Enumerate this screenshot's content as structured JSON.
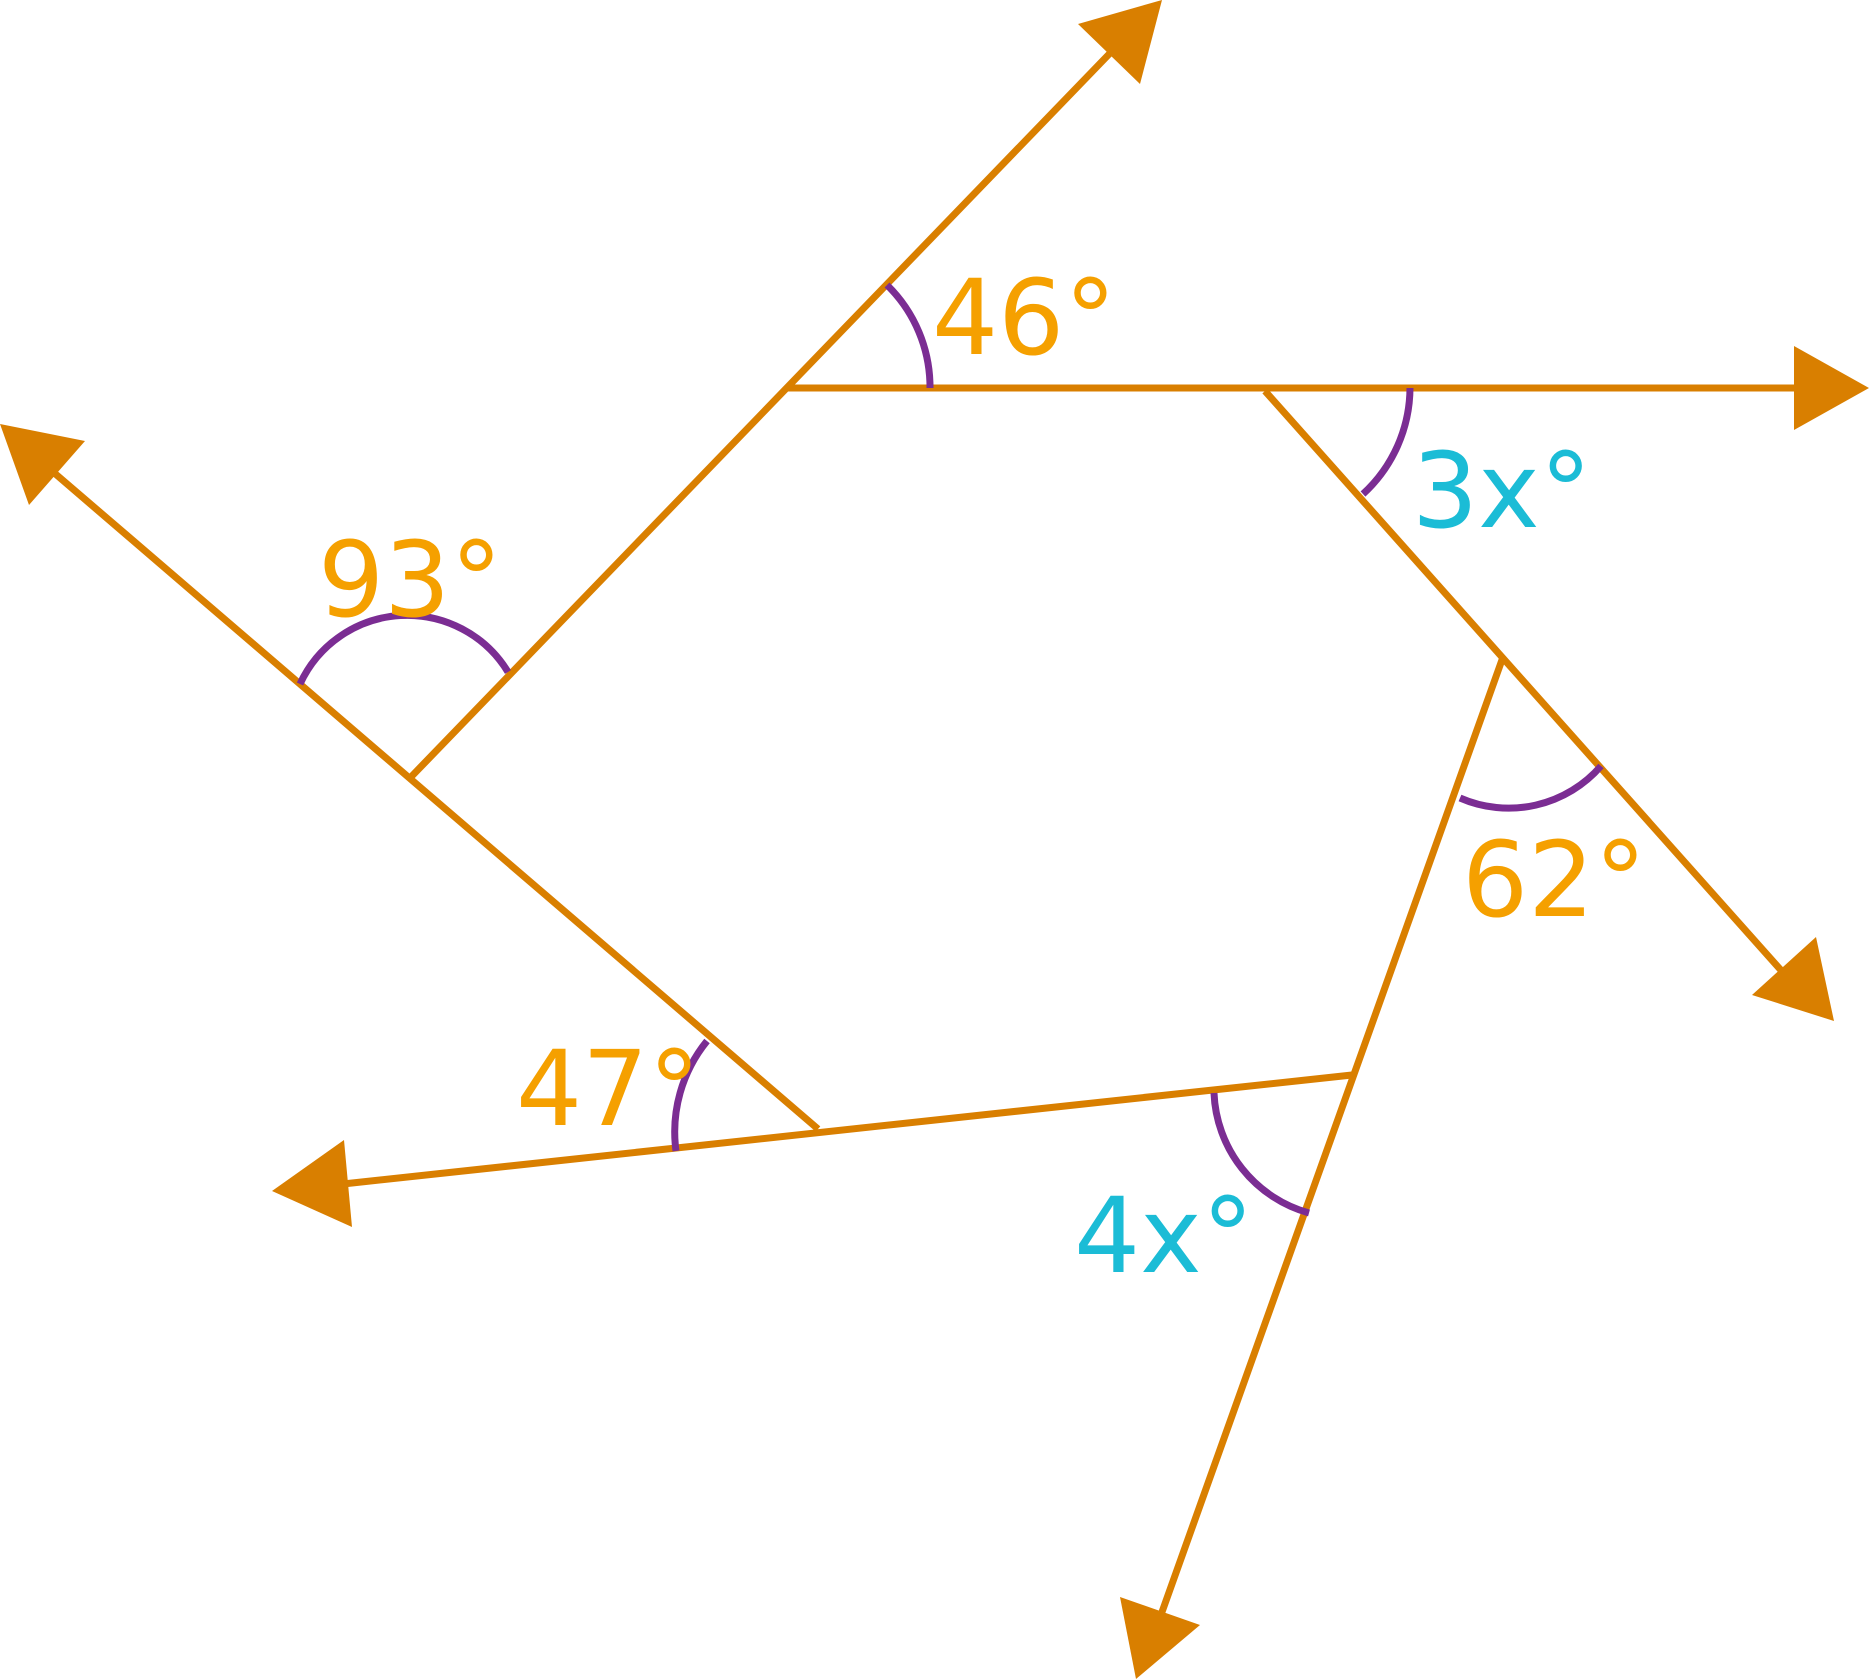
{
  "colors": {
    "line": "#D97F00",
    "arc": "#7B2D93",
    "known_label": "#F5A000",
    "unknown_label": "#1BBCD6"
  },
  "angles": [
    {
      "id": "angle-93",
      "label": "93°",
      "kind": "known"
    },
    {
      "id": "angle-46",
      "label": "46°",
      "kind": "known"
    },
    {
      "id": "angle-3x",
      "label": "3x°",
      "kind": "unknown"
    },
    {
      "id": "angle-62",
      "label": "62°",
      "kind": "known"
    },
    {
      "id": "angle-4x",
      "label": "4x°",
      "kind": "unknown"
    },
    {
      "id": "angle-47",
      "label": "47°",
      "kind": "known"
    }
  ]
}
